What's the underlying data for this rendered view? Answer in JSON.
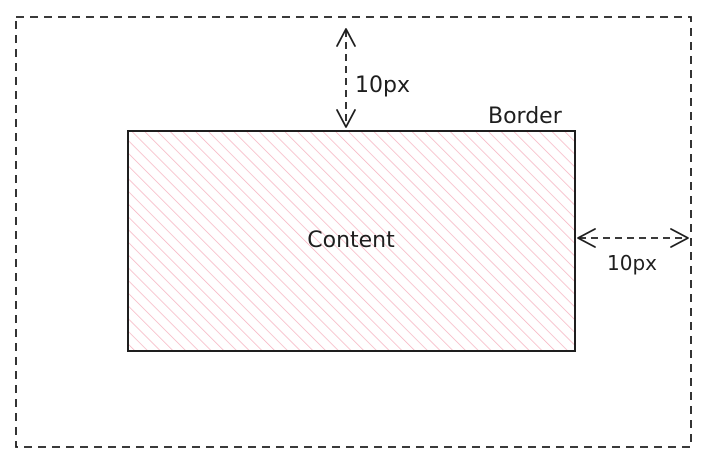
{
  "labels": {
    "top_margin": "10px",
    "border": "Border",
    "content": "Content",
    "right_margin": "10px"
  },
  "colors": {
    "stroke": "#1e1e1e",
    "hatch": "#f4a9b8"
  }
}
